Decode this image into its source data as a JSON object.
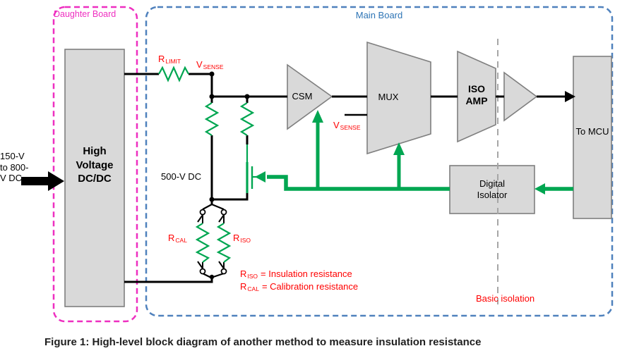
{
  "boards": {
    "daughter_label": "Daughter Board",
    "main_label": "Main Board"
  },
  "blocks": {
    "hv_dcdc": "High Voltage DC/DC",
    "csm": "CSM",
    "mux": "MUX",
    "iso_amp": "ISO AMP",
    "to_mcu": "To MCU",
    "digital_isolator": "Digital Isolator"
  },
  "labels": {
    "input_source": "150-V to 800-V DC",
    "bus": "500-V DC",
    "r_limit": {
      "base": "R",
      "sub": "LIMIT"
    },
    "v_sense_top": {
      "base": "V",
      "sub": "SENSE"
    },
    "v_sense_mux": {
      "base": "V",
      "sub": "SENSE"
    },
    "r_cal": {
      "base": "R",
      "sub": "CAL"
    },
    "r_iso": {
      "base": "R",
      "sub": "ISO"
    },
    "basic_isolation": "Basic isolation"
  },
  "legend": {
    "riso": {
      "base": "R",
      "sub": "ISO",
      "rest": "=  Insulation resistance"
    },
    "rcal": {
      "base": "R",
      "sub": "CAL",
      "rest": "=  Calibration resistance"
    }
  },
  "caption": "Figure 1: High-level block diagram of another method to measure insulation resistance",
  "colors": {
    "daughter_board": "#ee2fc0",
    "main_board": "#4f81bd",
    "block_fill": "#d9d9d9",
    "block_border": "#7f7f7f",
    "wire": "#000000",
    "control_green": "#00a651",
    "annotation_red": "#ff0000",
    "isolation_dash": "#a6a6a6"
  }
}
